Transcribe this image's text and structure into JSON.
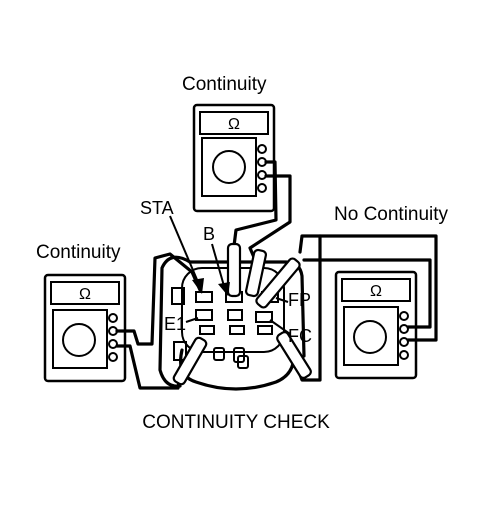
{
  "meters": {
    "top": {
      "label": "Continuity",
      "symbol": "Ω"
    },
    "left": {
      "label": "Continuity",
      "symbol": "Ω"
    },
    "right": {
      "label": "No Continuity",
      "symbol": "Ω"
    }
  },
  "terminals": {
    "sta": "STA",
    "b": "B",
    "e1": "E1",
    "fp": "FP",
    "fc": "FC"
  },
  "caption": "CONTINUITY CHECK"
}
